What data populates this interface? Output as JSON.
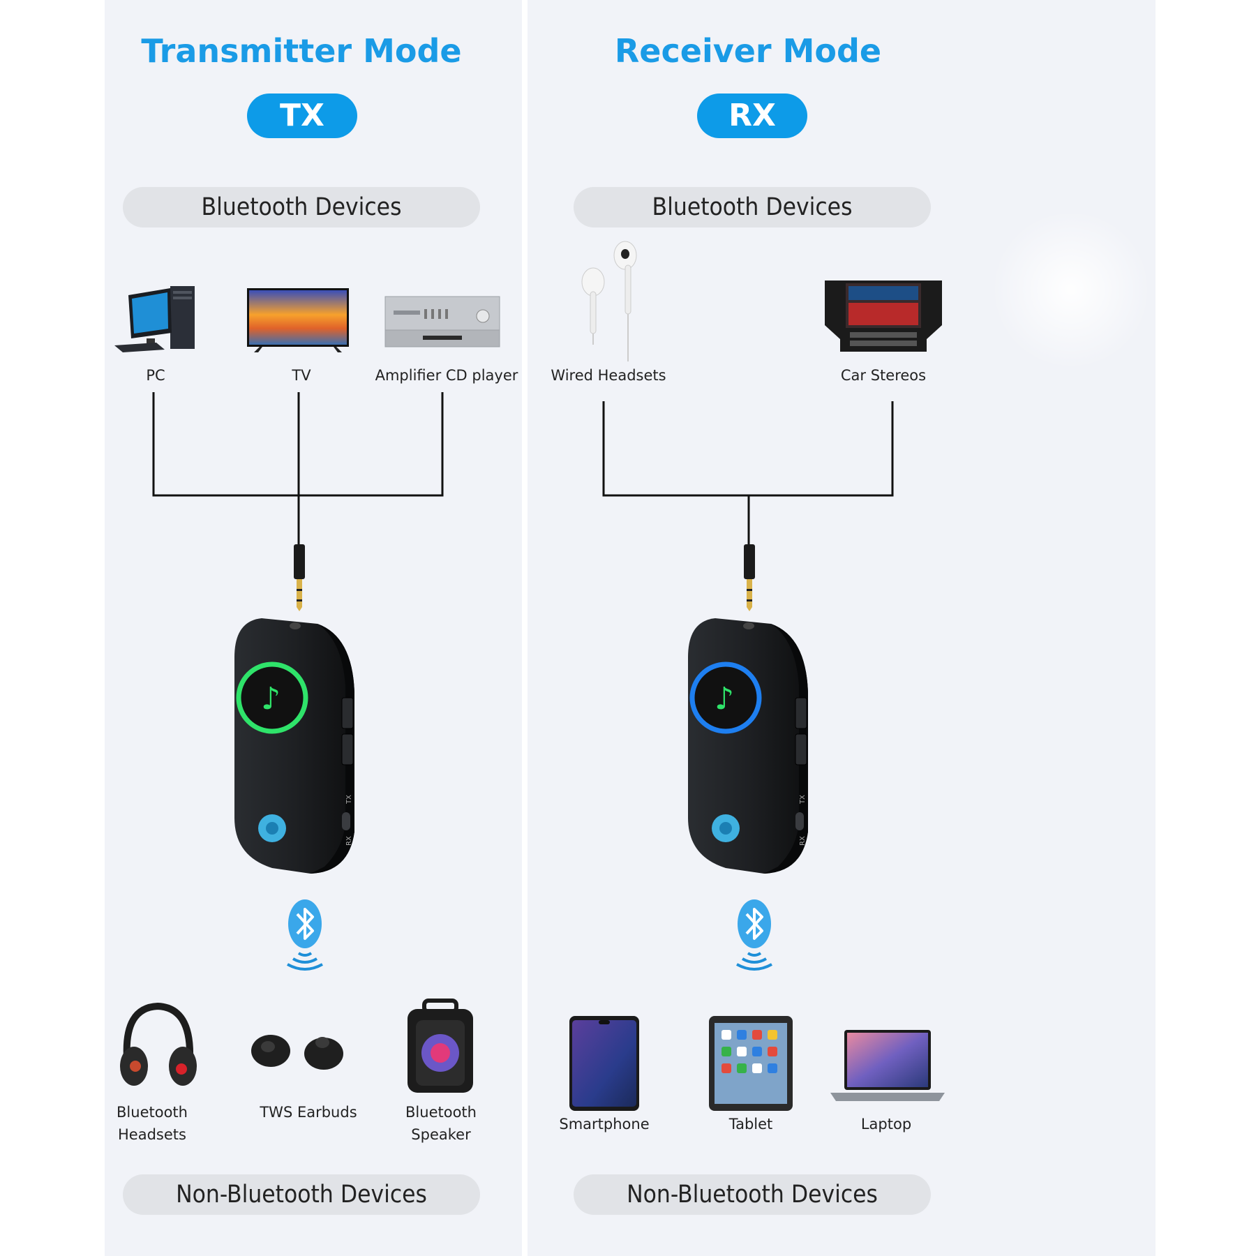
{
  "transmitter": {
    "title": "Transmitter Mode",
    "badge": "TX",
    "top_category": "Bluetooth Devices",
    "top_devices": [
      {
        "label": "PC",
        "icon": "pc-icon"
      },
      {
        "label": "TV",
        "icon": "tv-icon"
      },
      {
        "label": "Amplifier CD player",
        "icon": "amplifier-icon"
      }
    ],
    "adapter": {
      "ring_color": "#2fe36a",
      "switch_top": "TX",
      "switch_bottom": "RX"
    },
    "bottom_devices": [
      {
        "label_line1": "Bluetooth",
        "label_line2": "Headsets",
        "icon": "headphones-icon"
      },
      {
        "label_line1": "TWS Earbuds",
        "icon": "earbuds-icon"
      },
      {
        "label_line1": "Bluetooth",
        "label_line2": "Speaker",
        "icon": "speaker-icon"
      }
    ],
    "bottom_category": "Non-Bluetooth Devices"
  },
  "receiver": {
    "title": "Receiver Mode",
    "badge": "RX",
    "top_category": "Bluetooth Devices",
    "top_devices": [
      {
        "label": "Wired Headsets",
        "icon": "wired-earphones-icon"
      },
      {
        "label": "Car Stereos",
        "icon": "car-stereo-icon"
      }
    ],
    "adapter": {
      "ring_color": "#1e7ff0",
      "switch_top": "TX",
      "switch_bottom": "RX"
    },
    "bottom_devices": [
      {
        "label_line1": "Smartphone",
        "icon": "smartphone-icon"
      },
      {
        "label_line1": "Tablet",
        "icon": "tablet-icon"
      },
      {
        "label_line1": "Laptop",
        "icon": "laptop-icon"
      }
    ],
    "bottom_category": "Non-Bluetooth Devices"
  },
  "colors": {
    "accent": "#0d9be8",
    "title": "#1a9be6",
    "panel": "#f1f3f8",
    "pill": "#e1e3e7"
  }
}
